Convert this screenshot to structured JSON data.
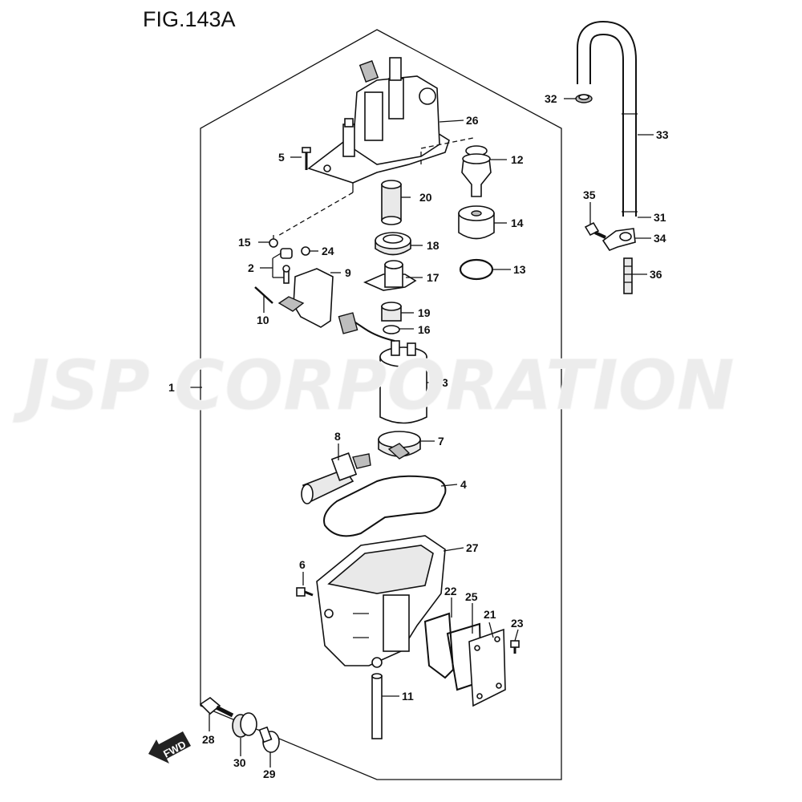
{
  "figure": {
    "title": "FIG.143A",
    "watermark": "JSP CORPORATION",
    "fwd_label": "FWD"
  },
  "callouts": {
    "c1": "1",
    "c2": "2",
    "c3": "3",
    "c4": "4",
    "c5": "5",
    "c6": "6",
    "c7": "7",
    "c8": "8",
    "c9": "9",
    "c10": "10",
    "c11": "11",
    "c12": "12",
    "c13": "13",
    "c14": "14",
    "c15": "15",
    "c16": "16",
    "c17": "17",
    "c18": "18",
    "c19": "19",
    "c20": "20",
    "c21": "21",
    "c22": "22",
    "c23": "23",
    "c24": "24",
    "c25": "25",
    "c26": "26",
    "c27": "27",
    "c28": "28",
    "c29": "29",
    "c30": "30",
    "c31": "31",
    "c32": "32",
    "c33": "33",
    "c34": "34",
    "c35": "35",
    "c36": "36"
  }
}
